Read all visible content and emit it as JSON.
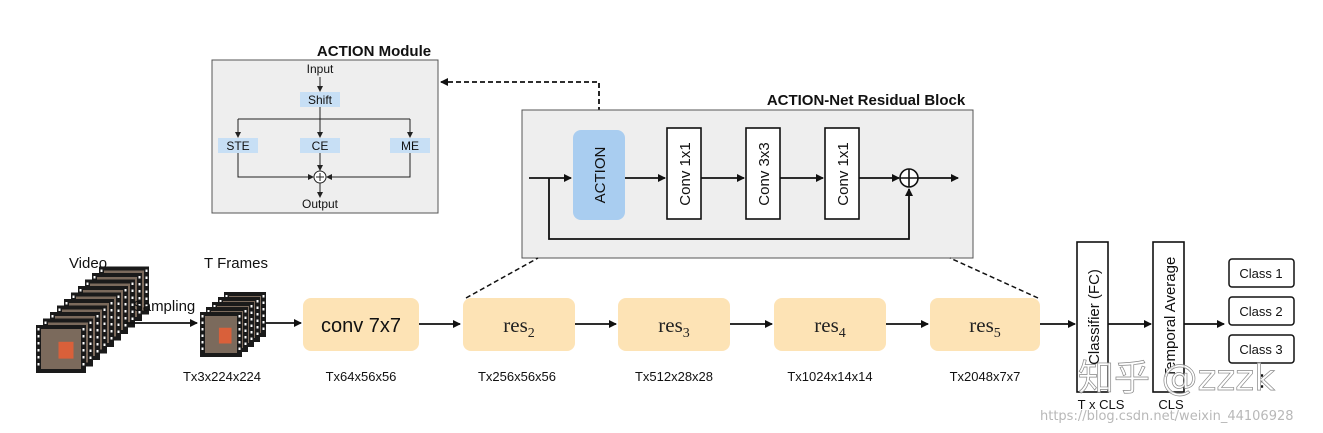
{
  "action_module": {
    "title": "ACTION Module",
    "input": "Input",
    "shift": "Shift",
    "ste": "STE",
    "ce": "CE",
    "me": "ME",
    "output": "Output"
  },
  "residual_block": {
    "title": "ACTION-Net Residual Block",
    "action": "ACTION",
    "conv1": "Conv 1x1",
    "conv2": "Conv 3x3",
    "conv3": "Conv 1x1"
  },
  "pipeline": {
    "video": "Video",
    "sampling": "Sampling",
    "t_frames": "T Frames",
    "frames_dim": "Tx3x224x224",
    "conv7": "conv 7x7",
    "conv7_dim": "Tx64x56x56",
    "res2_base": "res",
    "res2_sub": "2",
    "res2_dim": "Tx256x56x56",
    "res3_base": "res",
    "res3_sub": "3",
    "res3_dim": "Tx512x28x28",
    "res4_base": "res",
    "res4_sub": "4",
    "res4_dim": "Tx1024x14x14",
    "res5_base": "res",
    "res5_sub": "5",
    "res5_dim": "Tx2048x7x7",
    "classifier": "Classifier (FC)",
    "classifier_dim": "T x CLS",
    "temporal": "Temporal Average",
    "temporal_dim": "CLS",
    "class1": "Class 1",
    "class2": "Class 2",
    "class3": "Class 3",
    "more": "⋮"
  },
  "watermark": {
    "zhihu": "知乎 @zzzk",
    "url": "https://blog.csdn.net/weixin_44106928"
  },
  "colors": {
    "res_fill": "#fde3b5",
    "action_fill": "#a9cdf0",
    "module_chip": "#c7dff5",
    "panel_fill": "#eeeeee"
  }
}
